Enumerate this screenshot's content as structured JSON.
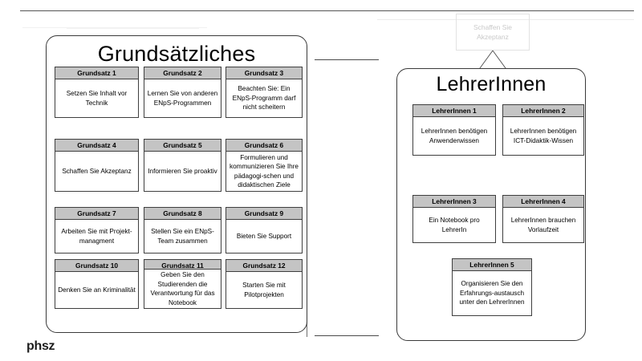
{
  "slide": {
    "logo": "phsz",
    "ghost_box": {
      "label": "Schaffen Sie Akzeptanz",
      "line1": "Schaffen Sie",
      "line2": "Akzeptanz",
      "color": "#c9c9c9"
    },
    "colors": {
      "header_fill": "#c4c4c4",
      "border": "#3f3f3f",
      "panel_border": "#3a3a3a",
      "text": "#000000",
      "rule": "#555555"
    }
  },
  "left_panel": {
    "title": "Grundsätzliches",
    "cards": [
      {
        "head": "Grundsatz 1",
        "body": "Setzen Sie Inhalt vor Technik"
      },
      {
        "head": "Grundsatz 2",
        "body": "Lernen Sie von anderen ENpS-Programmen"
      },
      {
        "head": "Grundsatz 3",
        "body": "Beachten Sie: Ein ENpS-Programm darf nicht scheitern"
      },
      {
        "head": "Grundsatz 4",
        "body": "Schaffen Sie Akzeptanz"
      },
      {
        "head": "Grundsatz 5",
        "body": "Informieren Sie proaktiv"
      },
      {
        "head": "Grundsatz 6",
        "body": "Formulieren und kommunizieren Sie Ihre pädagogi-schen und didaktischen Ziele"
      },
      {
        "head": "Grundsatz 7",
        "body": "Arbeiten Sie mit Projekt-managment"
      },
      {
        "head": "Grundsatz 8",
        "body": "Stellen Sie ein ENpS-Team zusammen"
      },
      {
        "head": "Grundsatz 9",
        "body": "Bieten Sie Support"
      },
      {
        "head": "Grundsatz 10",
        "body": "Denken Sie an Kriminalität"
      },
      {
        "head": "Grundsatz 11",
        "body": "Geben Sie den Studierenden die Verantwortung für das Notebook"
      },
      {
        "head": "Grundsatz 12",
        "body": "Starten Sie mit Pilotprojekten"
      }
    ]
  },
  "right_panel": {
    "title": "LehrerInnen",
    "cards": [
      {
        "head": "LehrerInnen 1",
        "body": "LehrerInnen benötigen Anwenderwissen"
      },
      {
        "head": "LehrerInnen 2",
        "body": "LehrerInnen benötigen ICT-Didaktik-Wissen"
      },
      {
        "head": "LehrerInnen 3",
        "body": "Ein Notebook pro LehrerIn"
      },
      {
        "head": "LehrerInnen 4",
        "body": "LehrerInnen brauchen Vorlaufzeit"
      },
      {
        "head": "LehrerInnen 5",
        "body": "Organisieren Sie den Erfahrungs-austausch unter den LehrerInnen"
      }
    ]
  }
}
